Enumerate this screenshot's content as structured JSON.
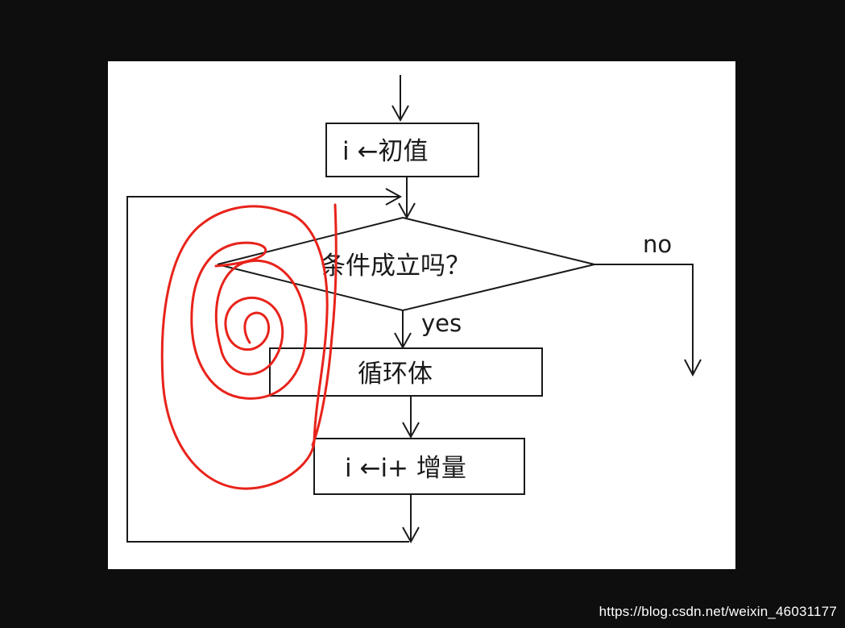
{
  "diagram": {
    "init_box": {
      "label": "i ←初值"
    },
    "condition": {
      "label": "条件成立吗？"
    },
    "branch_yes": {
      "label": "yes"
    },
    "branch_no": {
      "label": "no"
    },
    "loop_body": {
      "label": "循环体"
    },
    "increment_box": {
      "label": "i ←i+ 增量"
    }
  },
  "annotation": {
    "color": "#e8231a",
    "shape": "spiral-scribble"
  },
  "watermark": "https://blog.csdn.net/weixin_46031177"
}
